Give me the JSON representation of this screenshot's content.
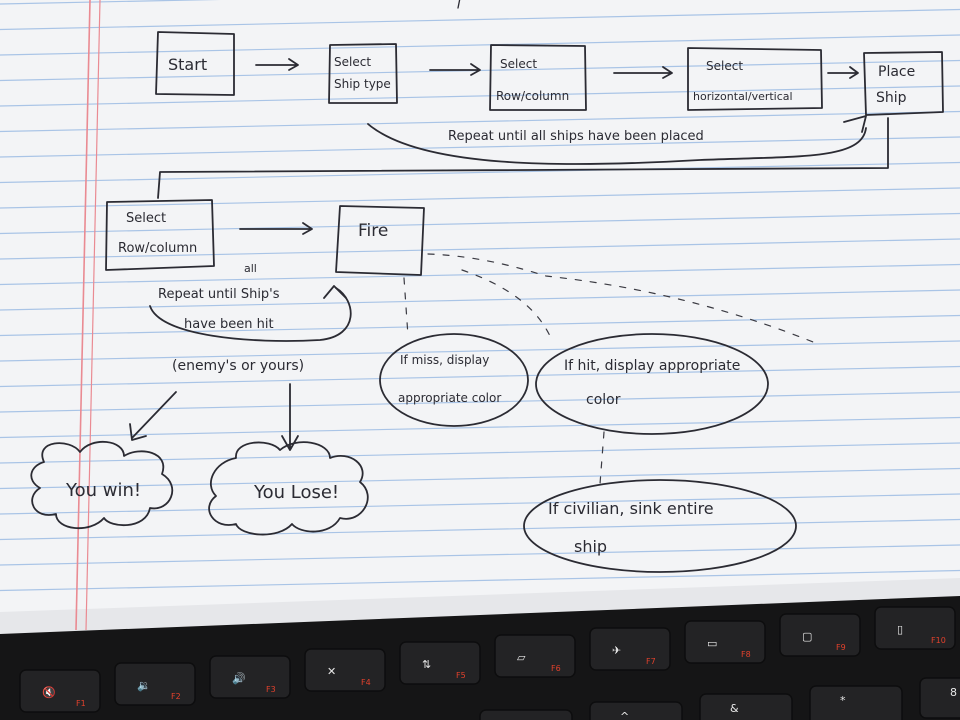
{
  "paper": {
    "line_color": "#a9c4e6",
    "margin_color": "#e9848c",
    "paper_color": "#f4f5f7"
  },
  "flow": {
    "start": "Start",
    "select_ship_type": [
      "Select",
      "Ship type"
    ],
    "select_row_col_1": [
      "Select",
      "Row/column"
    ],
    "select_orient": [
      "Select",
      "horizontal/vertical"
    ],
    "place_ship": [
      "Place",
      "Ship"
    ],
    "repeat_place": "Repeat until all ships have been placed",
    "select_row_col_2": [
      "Select",
      "Row/column"
    ],
    "fire": "Fire",
    "repeat_hit_insert": "all",
    "repeat_hit": [
      "Repeat until Ship's",
      "have been hit"
    ],
    "enemy_or_yours": "(enemy's or yours)",
    "you_win": "You win!",
    "you_lose": "You Lose!",
    "miss": [
      "If miss, display",
      "appropriate color"
    ],
    "hit": [
      "If hit, display appropriate",
      "color"
    ],
    "civilian": [
      "If civilian, sink entire",
      "ship"
    ]
  },
  "keyboard": {
    "keys": [
      {
        "icon": "mute-icon",
        "fn": "F1"
      },
      {
        "icon": "volume-down-icon",
        "fn": "F2"
      },
      {
        "icon": "volume-up-icon",
        "fn": "F3"
      },
      {
        "icon": "close-window-icon",
        "fn": "F4"
      },
      {
        "icon": "refresh-icon",
        "fn": "F5"
      },
      {
        "icon": "touchpad-off-icon",
        "fn": "F6"
      },
      {
        "icon": "airplane-icon",
        "fn": "F7"
      },
      {
        "icon": "keyboard-icon",
        "fn": "F8"
      },
      {
        "icon": "display-off-icon",
        "fn": "F9"
      },
      {
        "icon": "dual-screen-icon",
        "fn": "F10"
      }
    ],
    "number_keys": [
      "%",
      "^",
      "&",
      "*",
      "8"
    ]
  }
}
